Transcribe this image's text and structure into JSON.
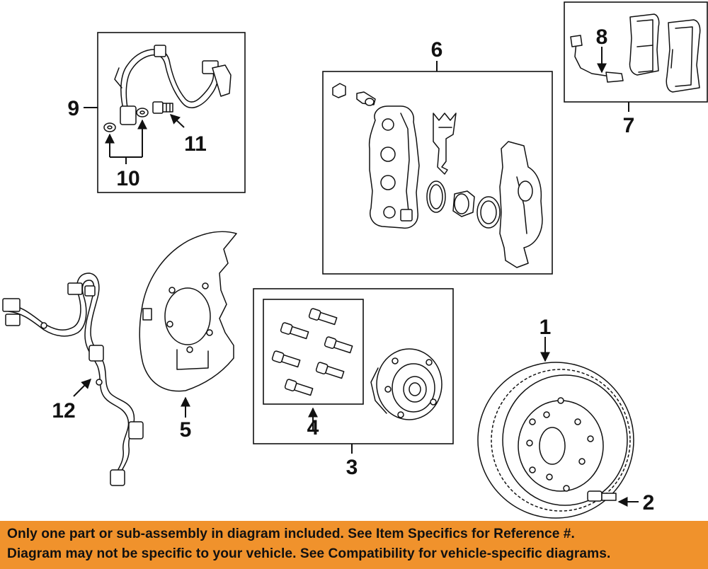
{
  "callouts": {
    "c1": "1",
    "c2": "2",
    "c3": "3",
    "c4": "4",
    "c5": "5",
    "c6": "6",
    "c7": "7",
    "c8": "8",
    "c9": "9",
    "c10": "10",
    "c11": "11",
    "c12": "12"
  },
  "notice": {
    "line1": "Only one part or sub-assembly in diagram included. See Item Specifics for Reference #.",
    "line2": "Diagram may not be specific to your vehicle. See Compatibility for vehicle-specific diagrams.",
    "background_color": "#f0922c"
  }
}
